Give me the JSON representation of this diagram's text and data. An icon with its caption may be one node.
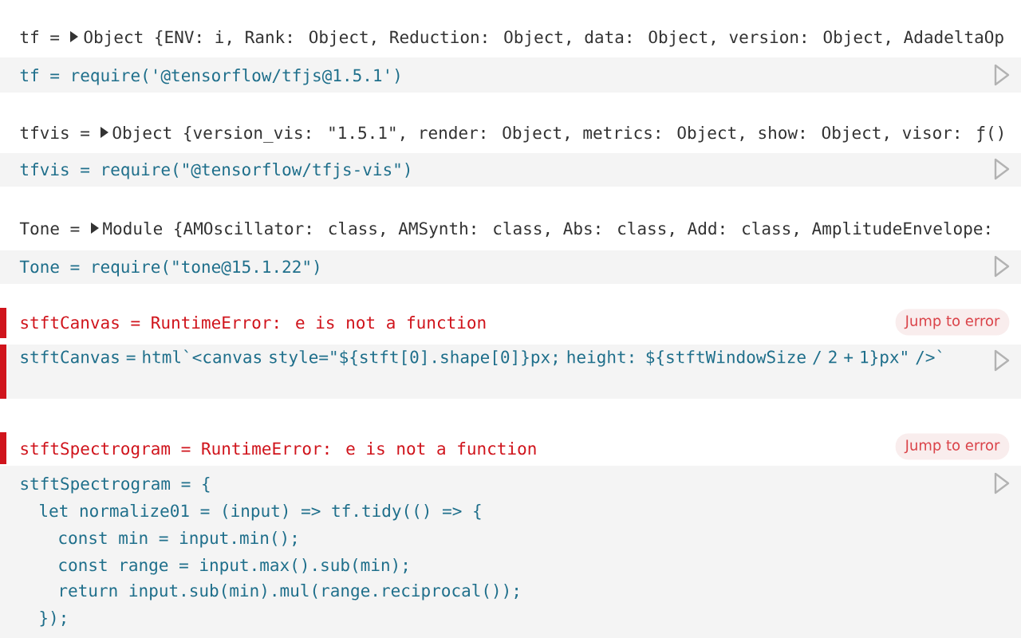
{
  "diagram": {
    "labels": [
      "tf =",
      "Object {ENV: i, Rank: Object, Reduction: Object, data: Object, version: Object, AdadeltaOp",
      "tf = require('@tensorflow/tfjs@1.5.1')",
      "tfvis =",
      "Object {version_vis: \"1.5.1\", render: Object, metrics: Object, show: Object, visor: ƒ()",
      "tfvis = require(\"@tensorflow/tfjs-vis\")",
      "Tone =",
      "Module {AMOscillator: class, AMSynth: class, Abs: class, Add: class, AmplitudeEnvelope:",
      "Tone = require(\"tone@15.1.22\")",
      "stftCanvas = RuntimeError: e is not a function",
      "Jump to error",
      "stftCanvas = html`<canvas style=\"${stft[0].shape[0]}px; height: ${stftWindowSize / 2 + 1}px\" />`",
      "stftSpectrogram = RuntimeError: e is not a function",
      "Jump to error",
      "stftSpectrogram = {",
      "let normalize01 = (input) => tf.tidy(() => {",
      "const min = input.min();",
      "const range = input.max().sub(min);",
      "return input.sub(min).mul(range.reciprocal());",
      "});"
    ]
  }
}
